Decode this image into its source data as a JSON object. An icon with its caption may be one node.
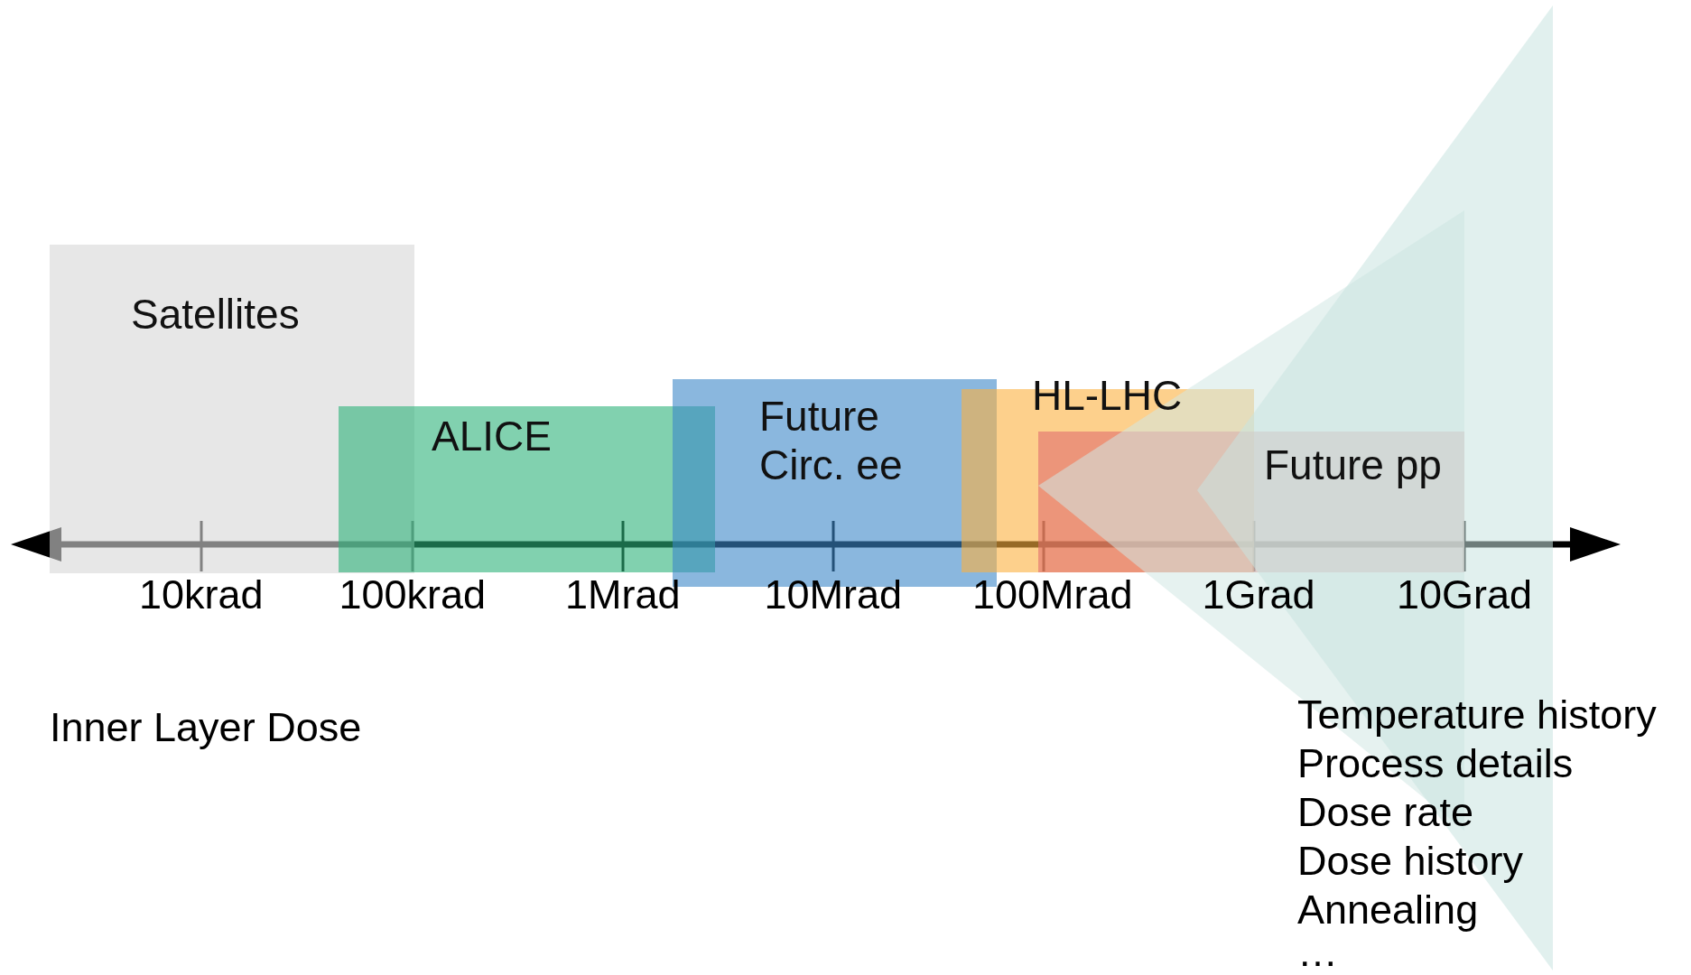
{
  "diagram": {
    "nodes": [
      {
        "text": [
          "Satellites"
        ]
      },
      {
        "text": [
          "ALICE"
        ]
      },
      {
        "text": [
          "Future Circ. ee"
        ]
      },
      {
        "text": [
          "HL-LHC"
        ]
      },
      {
        "text": [
          "Future pp"
        ]
      }
    ],
    "labels": [
      "10krad",
      "100krad",
      "1Mrad",
      "10Mrad",
      "100Mrad",
      "1Grad",
      "10Grad",
      "Inner Layer Dose",
      "Temperature history",
      "Process details",
      "Dose rate",
      "Dose history",
      "Annealing",
      "…"
    ]
  }
}
